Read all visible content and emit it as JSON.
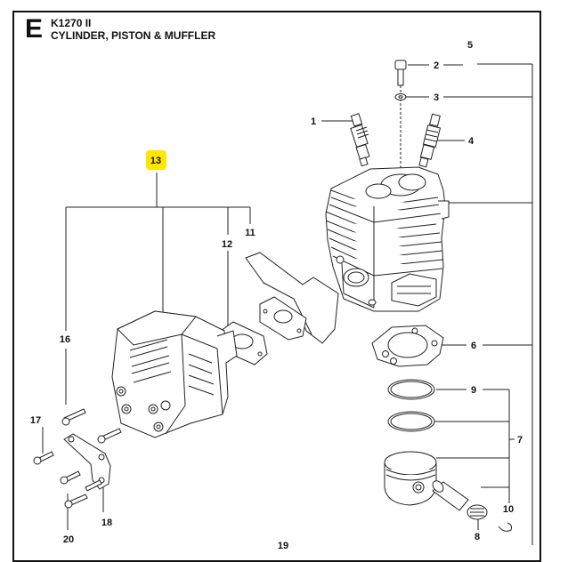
{
  "header": {
    "section_letter": "E",
    "model": "K1270 II",
    "subtitle": "CYLINDER, PISTON & MUFFLER"
  },
  "highlight_color": "#ffe600",
  "callouts": {
    "c1": "1",
    "c2": "2",
    "c3": "3",
    "c4": "4",
    "c5": "5",
    "c6": "6",
    "c7": "7",
    "c8": "8",
    "c9": "9",
    "c10": "10",
    "c11": "11",
    "c12": "12",
    "c13": "13",
    "c16": "16",
    "c17": "17",
    "c18": "18",
    "c19": "19",
    "c20": "20"
  }
}
